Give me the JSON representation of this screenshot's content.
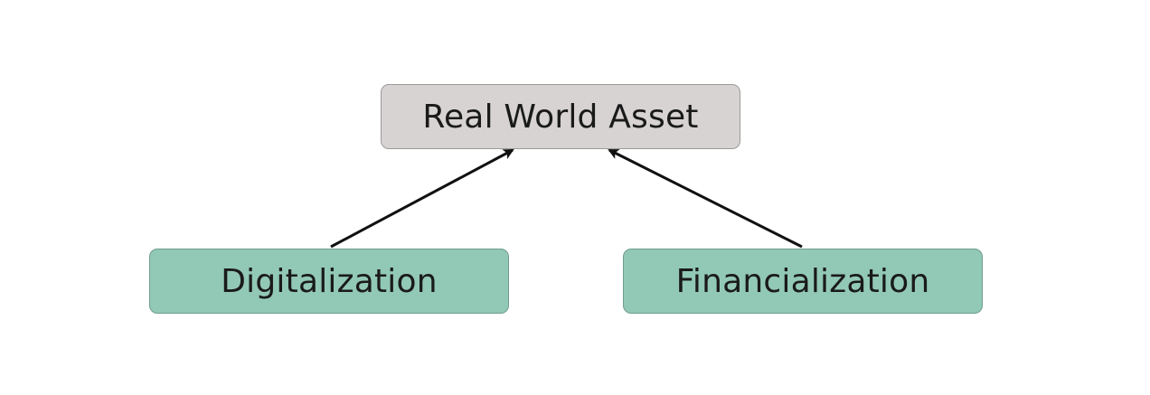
{
  "diagram": {
    "top_node": {
      "label": "Real World Asset"
    },
    "left_node": {
      "label": "Digitalization"
    },
    "right_node": {
      "label": "Financialization"
    }
  },
  "colors": {
    "top_node_fill": "#d8d3d3",
    "bottom_node_fill": "#92c8b6",
    "arrow": "#111111"
  }
}
